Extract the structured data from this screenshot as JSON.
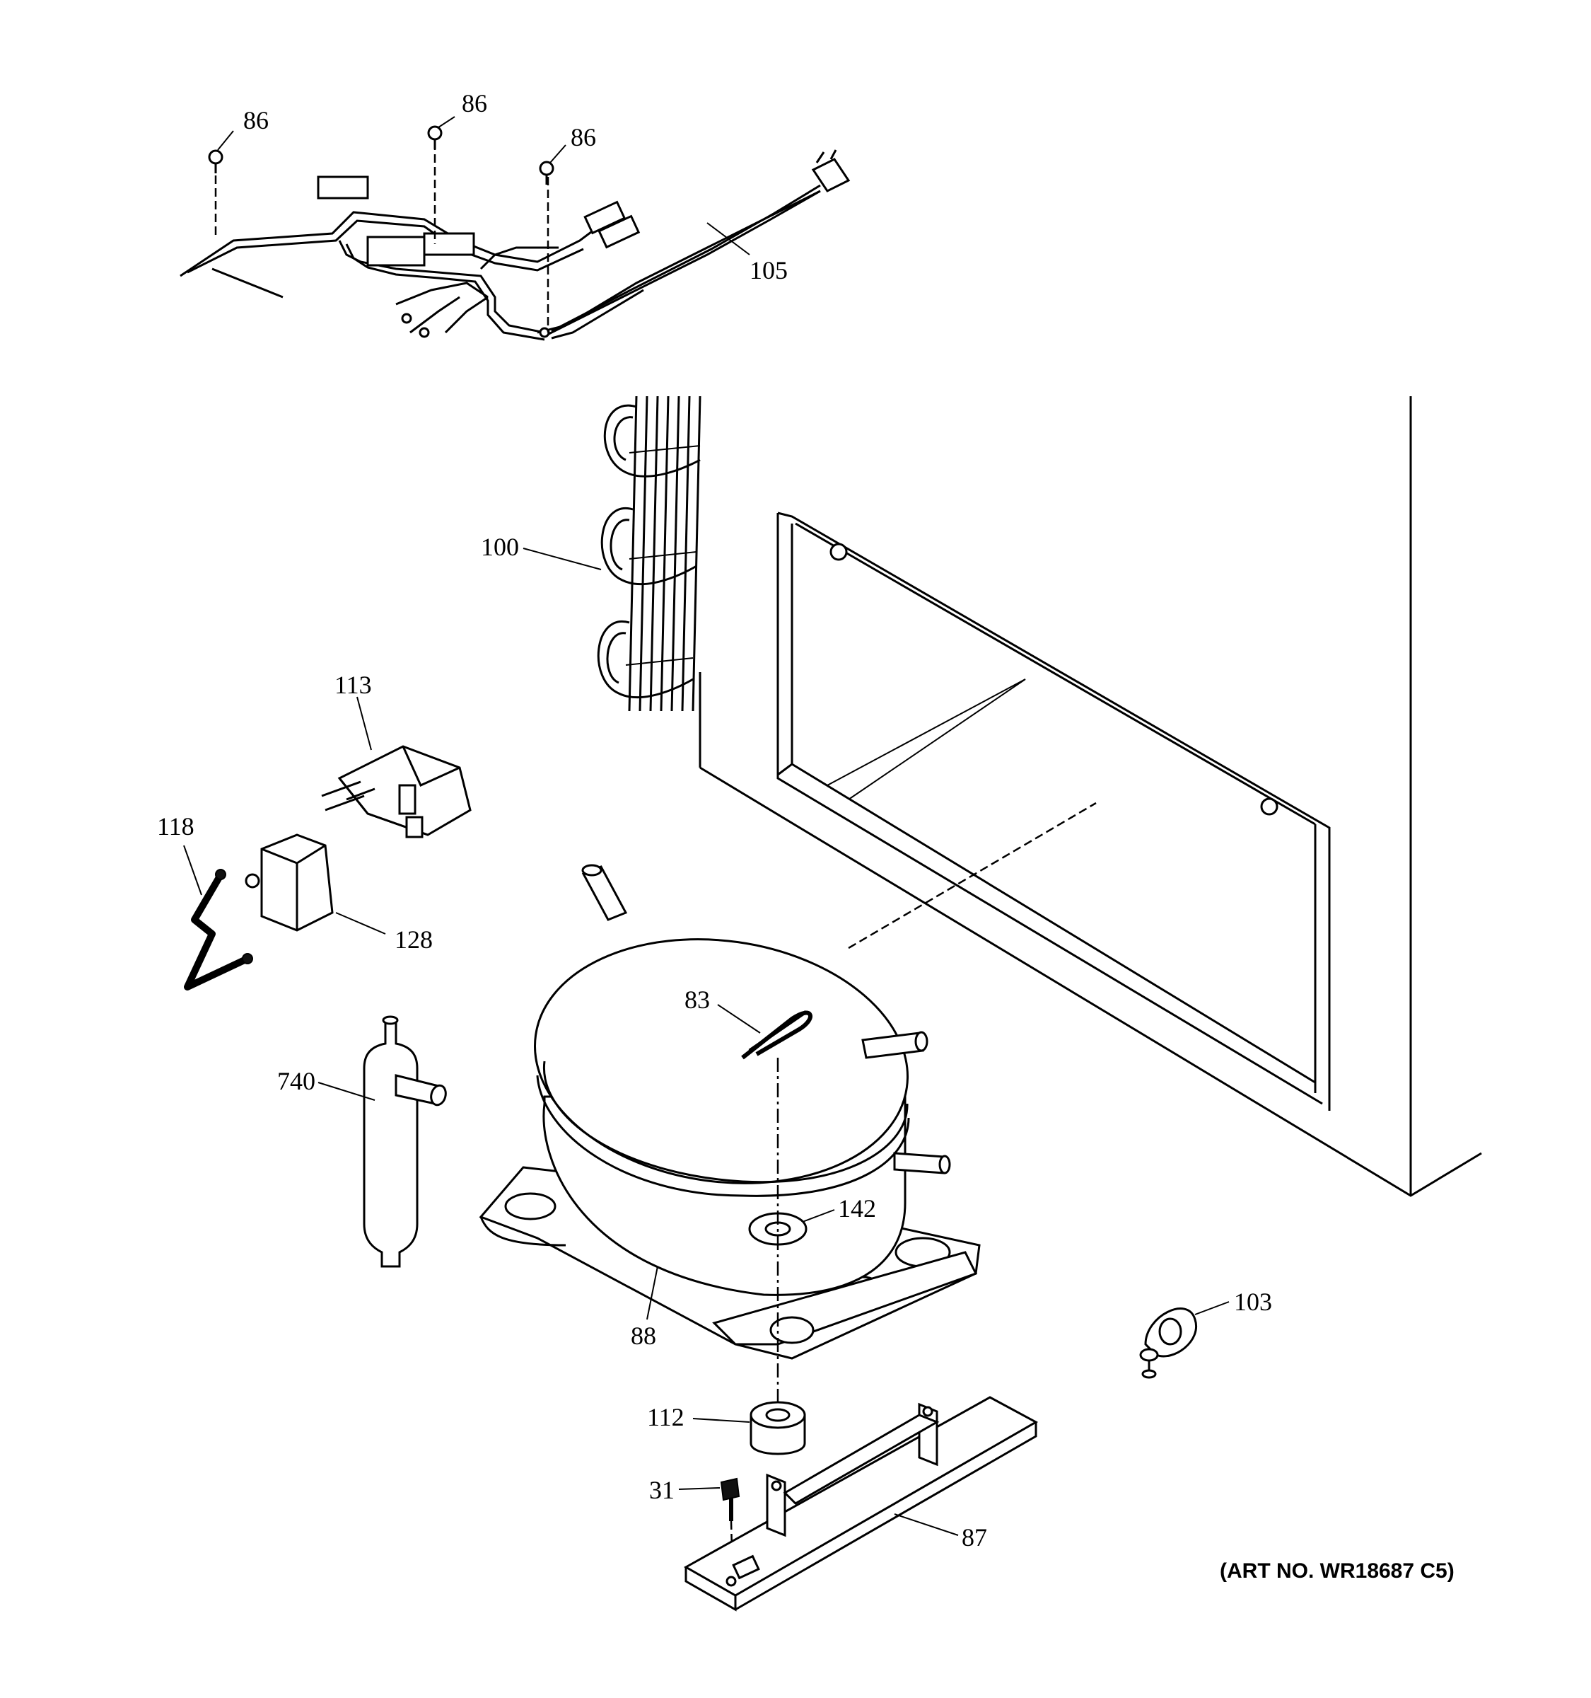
{
  "labels": {
    "l86a": "86",
    "l86b": "86",
    "l86c": "86",
    "l105": "105",
    "l100": "100",
    "l113": "113",
    "l118": "118",
    "l128": "128",
    "l83": "83",
    "l740": "740",
    "l142": "142",
    "l88": "88",
    "l103": "103",
    "l112": "112",
    "l31": "31",
    "l87": "87"
  },
  "art_number": "(ART NO. WR18687 C5)"
}
